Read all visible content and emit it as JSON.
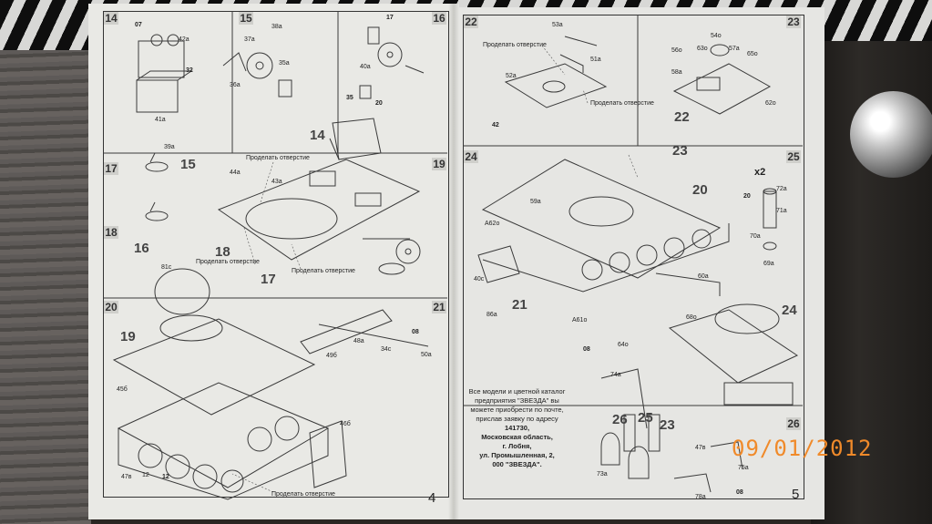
{
  "photo": {
    "subject": "open model kit assembly instruction booklet",
    "date_stamp": "09/01/2012"
  },
  "left_page": {
    "page_number": "4",
    "step_numbers": [
      "14",
      "15",
      "16",
      "17",
      "18",
      "19",
      "20",
      "21"
    ],
    "callouts": [
      "Проделать отверстие",
      "Проделать отверстие",
      "Проделать отверстие",
      "Проделать отверстие"
    ],
    "big_numbers": [
      "14",
      "15",
      "16",
      "17",
      "18",
      "19"
    ],
    "parts": [
      "42a",
      "41a",
      "37a",
      "38a",
      "36a",
      "35a",
      "39a",
      "40a",
      "43a",
      "44a",
      "81c",
      "45б",
      "46б",
      "47в",
      "48a",
      "49б",
      "34c",
      "50a",
      "12"
    ],
    "flags": [
      "07",
      "12",
      "32",
      "17",
      "35",
      "20",
      "08"
    ]
  },
  "right_page": {
    "page_number": "5",
    "step_numbers": [
      "22",
      "23",
      "24",
      "25",
      "26"
    ],
    "callouts": [
      "Проделать отверстие",
      "Проделать отверстие"
    ],
    "big_numbers": [
      "22",
      "23",
      "20",
      "21",
      "23",
      "25",
      "24",
      "26"
    ],
    "parts": [
      "53a",
      "51a",
      "52a",
      "54o",
      "56o",
      "63o",
      "65o",
      "57a",
      "58a",
      "62o",
      "59a",
      "60a",
      "A62o",
      "40c",
      "86a",
      "A61o",
      "x2",
      "72a",
      "71a",
      "70a",
      "69a",
      "68o",
      "64o",
      "74a",
      "47в",
      "73a",
      "75a",
      "78a"
    ],
    "flags": [
      "42",
      "20",
      "08",
      "08"
    ],
    "contact": {
      "text": "Все модели и цветной каталог предприятия \"ЗВЕЗДА\" вы можете приобрести по почте, прислав заявку по адресу",
      "postcode": "141730,",
      "region": "Московская область,",
      "city": "г. Лобня,",
      "street": "ул. Промышленная, 2,",
      "company": "000 \"ЗВЕЗДА\"."
    }
  }
}
